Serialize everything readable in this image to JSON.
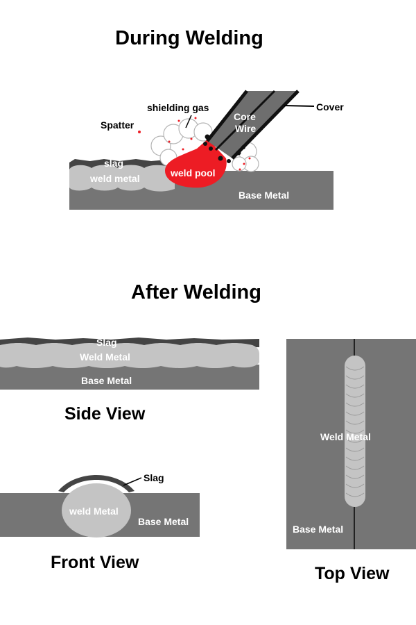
{
  "titles": {
    "during": "During Welding",
    "after": "After Welding"
  },
  "during": {
    "spatter": "Spatter",
    "shielding_gas": "shielding gas",
    "core_wire": [
      "Core",
      "Wire"
    ],
    "cover": "Cover",
    "slag": "slag",
    "weld_metal": "weld metal",
    "weld_pool": "weld pool",
    "base_metal": "Base Metal"
  },
  "side_view": {
    "caption": "Side View",
    "slag": "Slag",
    "weld_metal": "Weld Metal",
    "base_metal": "Base Metal"
  },
  "front_view": {
    "caption": "Front View",
    "slag": "Slag",
    "weld_metal": "weld Metal",
    "base_metal": "Base Metal"
  },
  "top_view": {
    "caption": "Top View",
    "weld_metal": "Weld Metal",
    "base_metal": "Base Metal"
  },
  "colors": {
    "base_metal": "#757575",
    "weld_metal": "#c4c4c4",
    "slag": "#444444",
    "weld_pool": "#ed1c24",
    "electrode": "#6e6e6e"
  }
}
